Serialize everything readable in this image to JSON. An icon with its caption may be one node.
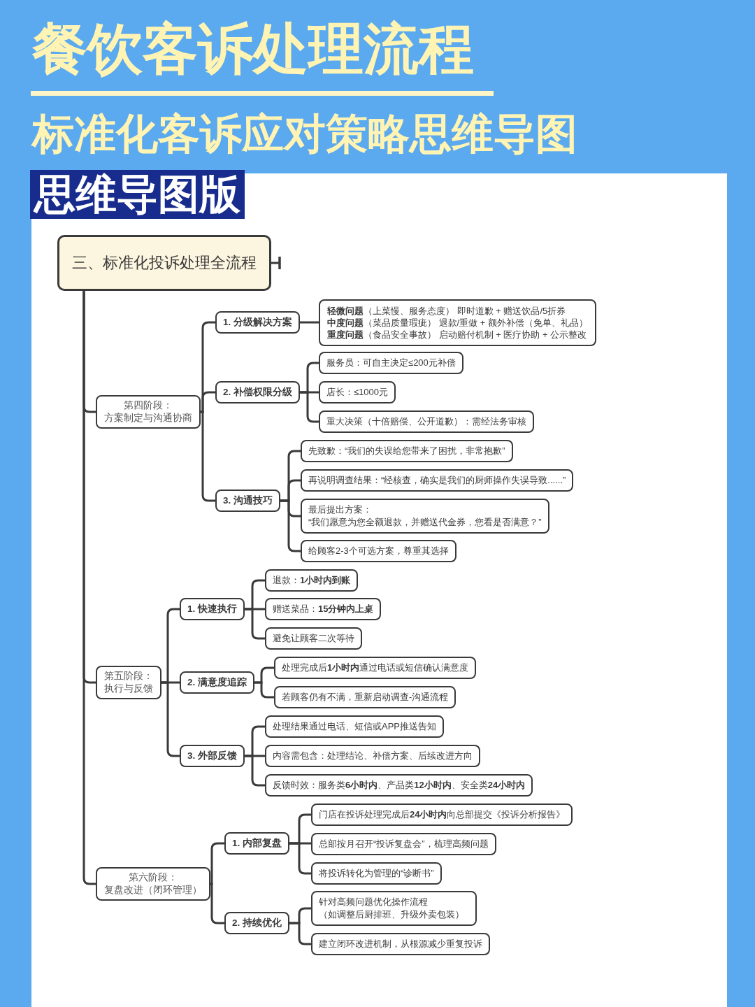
{
  "diagram": {
    "title": "餐饮客诉处理流程",
    "nodes": [
      {
        "text": [
          "三、标准化投诉处理全流程"
        ]
      },
      {
        "text": [
          "第四阶段：",
          "方案制定与沟通协商"
        ]
      },
      {
        "text": [
          "1. 分级解决方案"
        ]
      },
      {
        "text": [
          "**轻微问题**（上菜慢、服务态度） 即时道歉 + 赠送饮品/5折券",
          "**中度问题**（菜品质量瑕疵） 退款/重做 + 额外补偿（免单、礼品）",
          "**重度问题**（食品安全事故） 启动赔付机制 + 医疗协助 + 公示整改"
        ]
      },
      {
        "text": [
          "2. 补偿权限分级"
        ]
      },
      {
        "text": [
          "服务员：可自主决定≤200元补偿"
        ]
      },
      {
        "text": [
          "店长：≤1000元"
        ]
      },
      {
        "text": [
          "重大决策（十倍赔偿、公开道歉）：需经法务审核"
        ]
      },
      {
        "text": [
          "3. 沟通技巧"
        ]
      },
      {
        "text": [
          "先致歉：“我们的失误给您带来了困扰，非常抱歉”"
        ]
      },
      {
        "text": [
          "再说明调查结果：“经核查，确实是我们的厨师操作失误导致......”"
        ]
      },
      {
        "text": [
          "最后提出方案：",
          "“我们愿意为您全额退款，并赠送代金券，您看是否满意？”"
        ]
      },
      {
        "text": [
          "给顾客2-3个可选方案，尊重其选择"
        ]
      },
      {
        "text": [
          "第五阶段：",
          "执行与反馈"
        ]
      },
      {
        "text": [
          "1. 快速执行"
        ]
      },
      {
        "text": [
          "退款：**1小时内到账**"
        ]
      },
      {
        "text": [
          "赠送菜品：**15分钟内上桌**"
        ]
      },
      {
        "text": [
          "避免让顾客二次等待"
        ]
      },
      {
        "text": [
          "2. 满意度追踪"
        ]
      },
      {
        "text": [
          "处理完成后**1小时内**通过电话或短信确认满意度"
        ]
      },
      {
        "text": [
          "若顾客仍有不满，重新启动调查-沟通流程"
        ]
      },
      {
        "text": [
          "3. 外部反馈"
        ]
      },
      {
        "text": [
          "处理结果通过电话、短信或APP推送告知"
        ]
      },
      {
        "text": [
          "内容需包含：处理结论、补偿方案、后续改进方向"
        ]
      },
      {
        "text": [
          "反馈时效：服务类**6小时内**、产品类**12小时内**、安全类**24小时内**"
        ]
      },
      {
        "text": [
          "第六阶段：",
          "复盘改进（闭环管理）"
        ]
      },
      {
        "text": [
          "1. 内部复盘"
        ]
      },
      {
        "text": [
          "门店在投诉处理完成后**24小时内**向总部提交《投诉分析报告》"
        ]
      },
      {
        "text": [
          "总部按月召开“投诉复盘会”，梳理高频问题"
        ]
      },
      {
        "text": [
          "将投诉转化为管理的“诊断书”"
        ]
      },
      {
        "text": [
          "2. 持续优化"
        ]
      },
      {
        "text": [
          "针对高频问题优化操作流程（如调整后厨排班、升级外卖包装）"
        ]
      },
      {
        "text": [
          "建立闭环改进机制，从根源减少重复投诉"
        ]
      }
    ],
    "edges": [
      {
        "from": 0,
        "to": null,
        "arrow": "other"
      },
      {
        "from": 0,
        "to": 1,
        "arrow": "none"
      },
      {
        "from": 1,
        "to": 2,
        "arrow": "none"
      },
      {
        "from": 2,
        "to": 3,
        "arrow": "none"
      },
      {
        "from": 1,
        "to": 4,
        "arrow": "none"
      },
      {
        "from": 4,
        "to": 5,
        "arrow": "none"
      },
      {
        "from": 4,
        "to": 6,
        "arrow": "none"
      },
      {
        "from": 4,
        "to": 7,
        "arrow": "none"
      },
      {
        "from": 1,
        "to": 8,
        "arrow": "none"
      },
      {
        "from": 8,
        "to": 9,
        "arrow": "none"
      },
      {
        "from": 8,
        "to": 10,
        "arrow": "none"
      },
      {
        "from": 8,
        "to": 11,
        "arrow": "none"
      },
      {
        "from": 8,
        "to": 12,
        "arrow": "none"
      },
      {
        "from": 0,
        "to": 13,
        "arrow": "none"
      },
      {
        "from": 13,
        "to": 14,
        "arrow": "none"
      },
      {
        "from": 14,
        "to": 15,
        "arrow": "none"
      },
      {
        "from": 14,
        "to": 16,
        "arrow": "none"
      },
      {
        "from": 14,
        "to": 17,
        "arrow": "none"
      },
      {
        "from": 13,
        "to": 18,
        "arrow": "none"
      },
      {
        "from": 18,
        "to": 19,
        "arrow": "none"
      },
      {
        "from": 18,
        "to": 20,
        "arrow": "none"
      },
      {
        "from": 13,
        "to": 21,
        "arrow": "none"
      },
      {
        "from": 21,
        "to": 22,
        "arrow": "none"
      },
      {
        "from": 21,
        "to": 23,
        "arrow": "none"
      },
      {
        "from": 21,
        "to": 24,
        "arrow": "none"
      },
      {
        "from": 0,
        "to": 25,
        "arrow": "none"
      },
      {
        "from": 25,
        "to": 26,
        "arrow": "none"
      },
      {
        "from": 26,
        "to": 27,
        "arrow": "none"
      },
      {
        "from": 26,
        "to": 28,
        "arrow": "none"
      },
      {
        "from": 26,
        "to": 29,
        "arrow": "none"
      },
      {
        "from": 25,
        "to": 30,
        "arrow": "none"
      },
      {
        "from": 30,
        "to": 31,
        "arrow": "none"
      },
      {
        "from": 30,
        "to": 32,
        "arrow": "none"
      }
    ],
    "labels": [
      "标准化客诉应对策略思维导图",
      "思维导图版"
    ]
  }
}
